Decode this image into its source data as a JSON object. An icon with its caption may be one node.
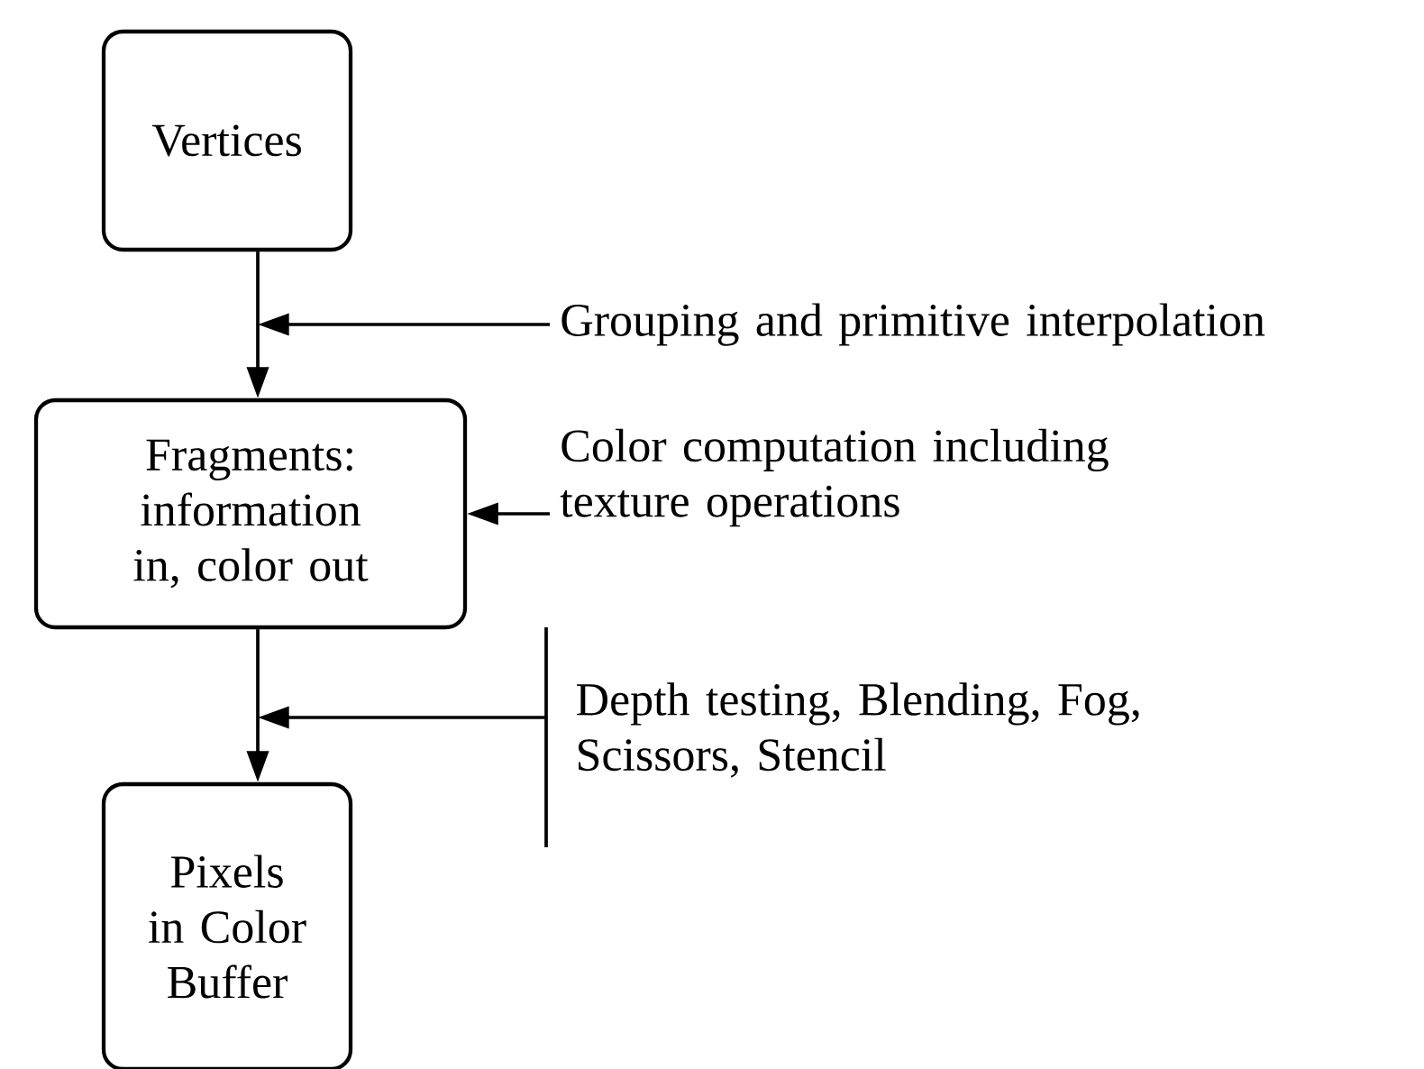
{
  "diagram": {
    "nodes": [
      {
        "text": [
          "Vertices"
        ]
      },
      {
        "text": [
          "Fragments: information in, color out"
        ]
      },
      {
        "text": [
          "Pixels in Color Buffer"
        ]
      },
      {
        "text": [
          "Grouping and primitive interpolation"
        ]
      },
      {
        "text": [
          "Color computation including texture operations"
        ]
      },
      {
        "text": [
          "Depth testing, Blending, Fog, Scissors, Stencil"
        ]
      }
    ],
    "edges": [
      {
        "from": 0,
        "to": 1,
        "arrow": "to"
      },
      {
        "from": 1,
        "to": 2,
        "arrow": "to"
      },
      {
        "from": 3,
        "to": null,
        "arrow": "to"
      },
      {
        "from": 4,
        "to": 1,
        "arrow": "to"
      },
      {
        "from": 5,
        "to": null,
        "arrow": "to"
      }
    ]
  }
}
